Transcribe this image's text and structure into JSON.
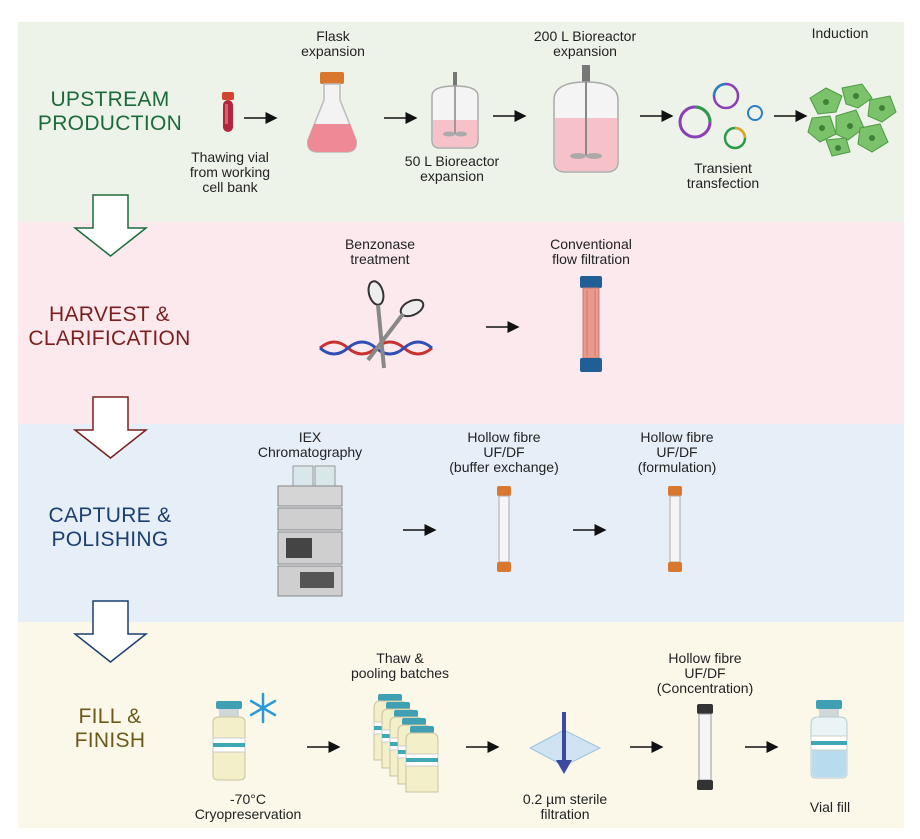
{
  "sections": {
    "upstream": {
      "title": "UPSTREAM\nPRODUCTION",
      "bg": "#eef3ea",
      "color": "#1b6b3a"
    },
    "harvest": {
      "title": "HARVEST &\nCLARIFICATION",
      "bg": "#fbe9ee",
      "color": "#7a1f1f"
    },
    "capture": {
      "title": "CAPTURE &\nPOLISHING",
      "bg": "#e6eef8",
      "color": "#1c3f6e"
    },
    "fill": {
      "title": "FILL &\nFINISH",
      "bg": "#fbf8ea",
      "color": "#6b5a1a"
    }
  },
  "steps": {
    "thawing_vial": "Thawing vial\nfrom working\ncell bank",
    "flask": "Flask\nexpansion",
    "bioreactor_50": "50 L Bioreactor\nexpansion",
    "bioreactor_200": "200 L Bioreactor\nexpansion",
    "transfection": "Transient\ntransfection",
    "induction": "Induction",
    "benzonase": "Benzonase\ntreatment",
    "cff": "Conventional\nflow filtration",
    "iex": "IEX\nChromatography",
    "hf_buffer": "Hollow fibre\nUF/DF\n(buffer exchange)",
    "hf_formulation": "Hollow fibre\nUF/DF\n(formulation)",
    "cryo": "-70°C\nCryopreservation",
    "thaw_pool": "Thaw &\npooling batches",
    "sterile": "0.2 µm sterile\nfiltration",
    "hf_concentration": "Hollow fibre\nUF/DF\n(Concentration)",
    "vial_fill": "Vial fill"
  },
  "icons": {
    "vial": "blood-vial-icon",
    "flask": "erlenmeyer-flask-icon",
    "bioreactor": "bioreactor-icon",
    "plasmid": "plasmid-icon",
    "cells": "cells-icon",
    "scissors": "scissors-icon",
    "dna": "dna-icon",
    "filter": "filter-cartridge-icon",
    "hplc": "chromatography-system-icon",
    "hollow_fibre": "hollow-fibre-icon",
    "snowflake": "snowflake-icon",
    "bottle": "vial-bottle-icon",
    "membrane": "membrane-filter-icon"
  }
}
